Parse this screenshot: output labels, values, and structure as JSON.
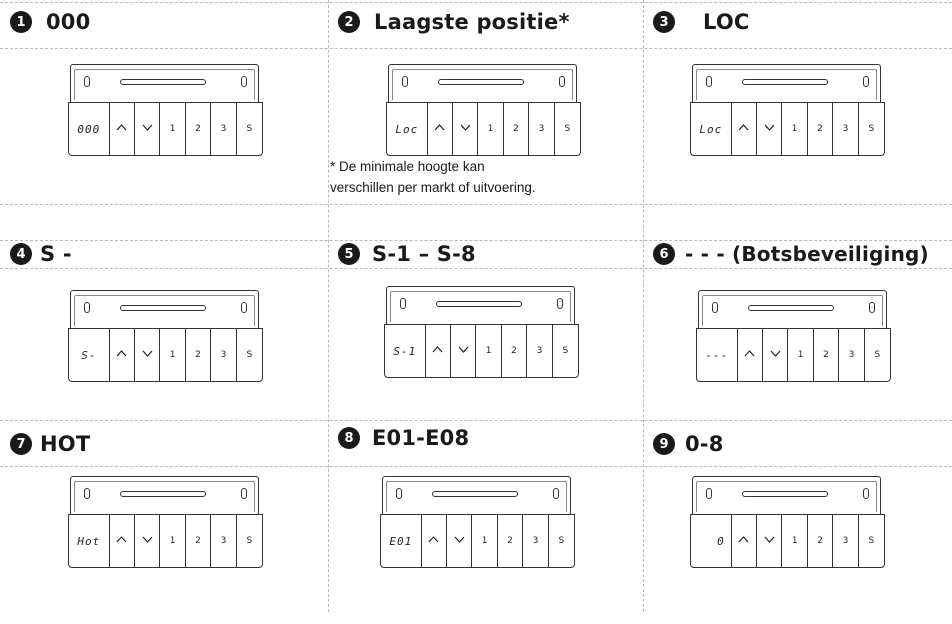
{
  "panels": [
    {
      "num": "1",
      "title": "000",
      "display": "000"
    },
    {
      "num": "2",
      "title": "Laagste positie*",
      "display": "Loc"
    },
    {
      "num": "3",
      "title": "LOC",
      "display": "Loc"
    },
    {
      "num": "4",
      "title": "S -",
      "display": "S-"
    },
    {
      "num": "5",
      "title": "S-1 – S-8",
      "display": "S-1"
    },
    {
      "num": "6",
      "title": "- - - (Botsbeveiliging)",
      "display": "---"
    },
    {
      "num": "7",
      "title": "HOT",
      "display": "Hot"
    },
    {
      "num": "8",
      "title": "E01-E08",
      "display": "E01"
    },
    {
      "num": "9",
      "title": "0-8",
      "display": "0"
    }
  ],
  "keys": [
    "1",
    "2",
    "3",
    "S"
  ],
  "arrow_icons": [
    "chevron-up-icon",
    "chevron-down-icon"
  ],
  "note": {
    "line1": "* De minimale hoogte kan",
    "line2": "verschillen per markt of uitvoering."
  }
}
